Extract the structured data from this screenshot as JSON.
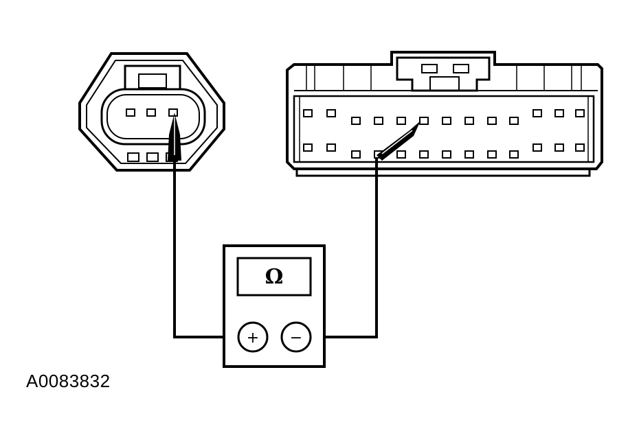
{
  "meter": {
    "display_symbol": "Ω",
    "positive_sign": "+",
    "negative_sign": "−"
  },
  "figure_id": "A0083832",
  "icons": {
    "connector_small": "three-pin-sensor-connector",
    "connector_large": "multi-pin-module-connector",
    "meter": "ohmmeter-icon",
    "probe": "test-probe-icon"
  },
  "colors": {
    "line": "#000000",
    "background": "#ffffff"
  }
}
